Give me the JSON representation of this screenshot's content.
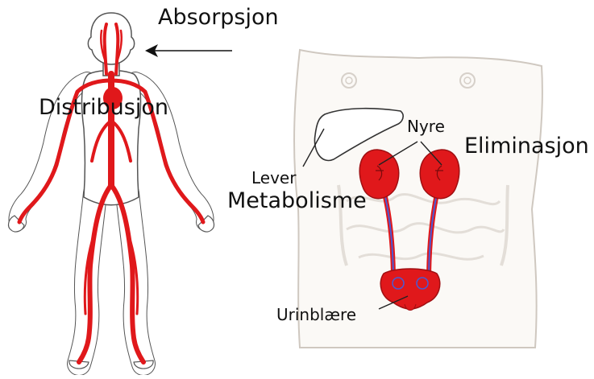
{
  "labels": {
    "absorption": "Absorpsjon",
    "distribution": "Distribusjon",
    "kidney": "Nyre",
    "elimination": "Eliminasjon",
    "liver": "Lever",
    "metabolism": "Metabolisme",
    "bladder": "Urinblære"
  },
  "colors": {
    "vessel_red": "#e0181b",
    "outline": "#555555",
    "torso_outline": "#cfc8c0",
    "torso_fill": "#fbf9f6",
    "ureter_blue": "#4a5bd4"
  }
}
